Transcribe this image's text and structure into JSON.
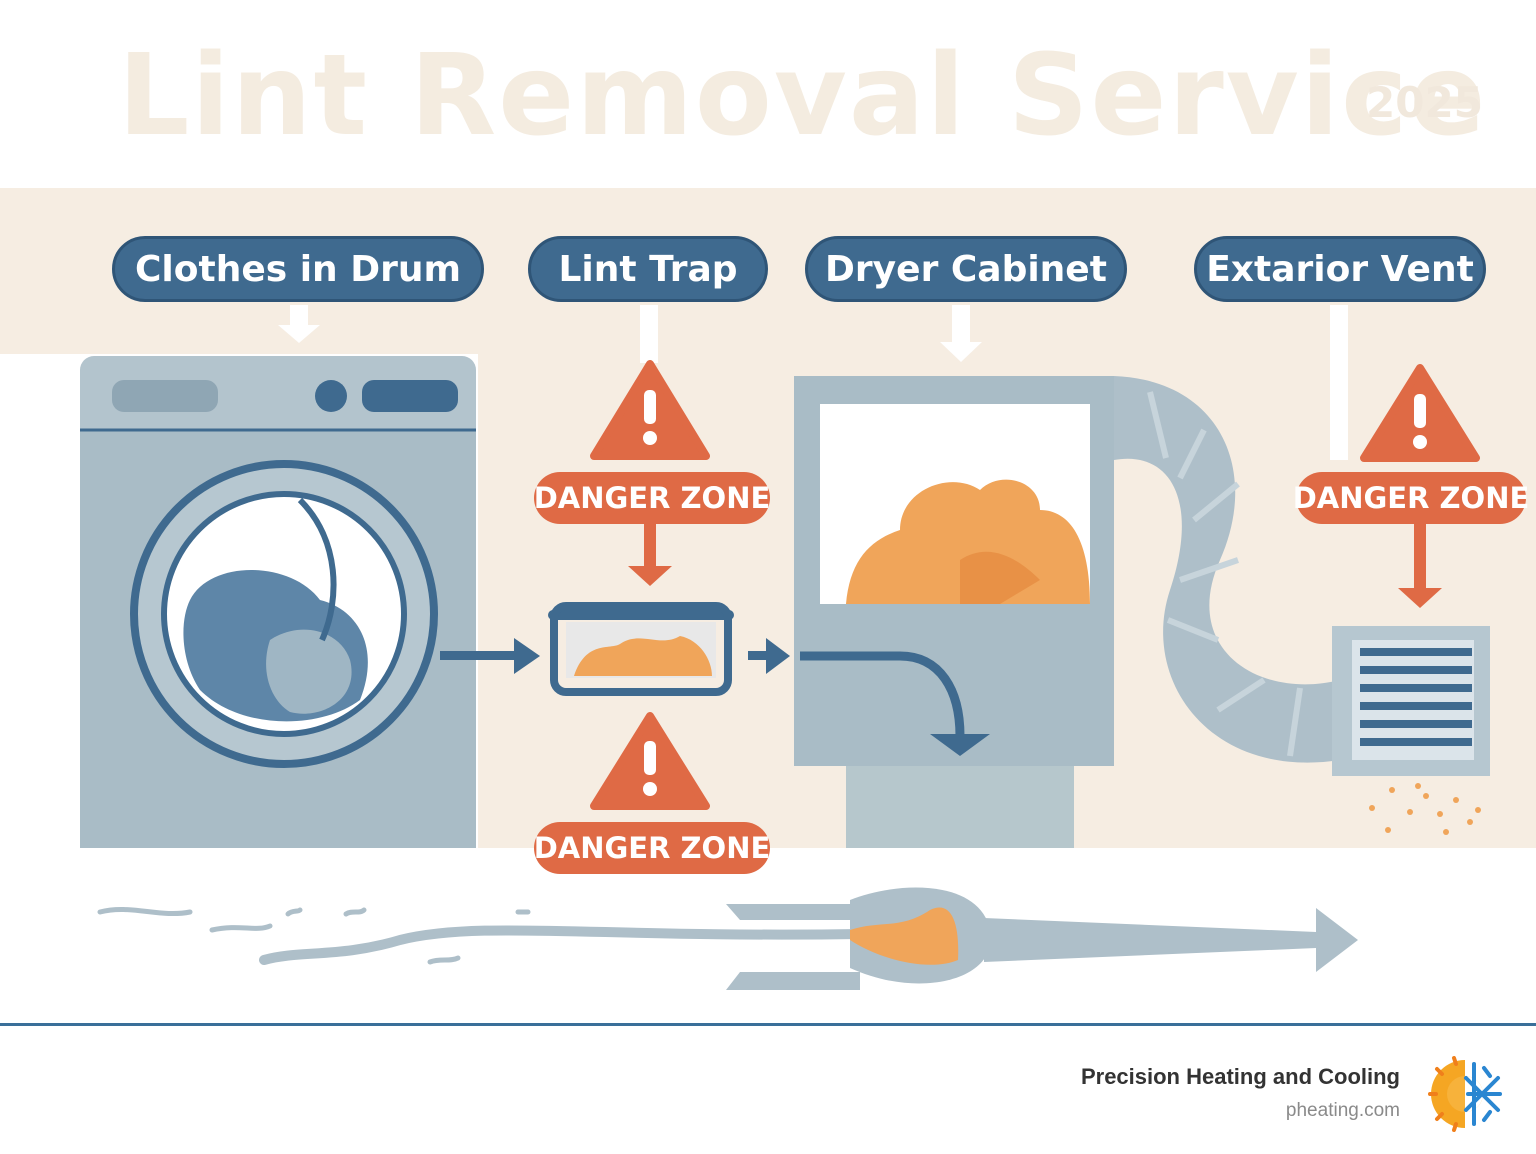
{
  "header": {
    "title": "Lint Removal Service",
    "year": "2025"
  },
  "stages": [
    {
      "label": "Clothes in Drum"
    },
    {
      "label": "Lint Trap"
    },
    {
      "label": "Dryer Cabinet"
    },
    {
      "label": "Extarior Vent"
    }
  ],
  "warnings": {
    "label": "DANGER ZONE"
  },
  "footer": {
    "company": "Precision Heating and Cooling",
    "website": "pheating.com"
  },
  "colors": {
    "primary": "#3f6a8f",
    "danger": "#df6a45",
    "lint": "#f0a55a",
    "appliance": "#aebfc9",
    "background": "#f6ede2"
  }
}
